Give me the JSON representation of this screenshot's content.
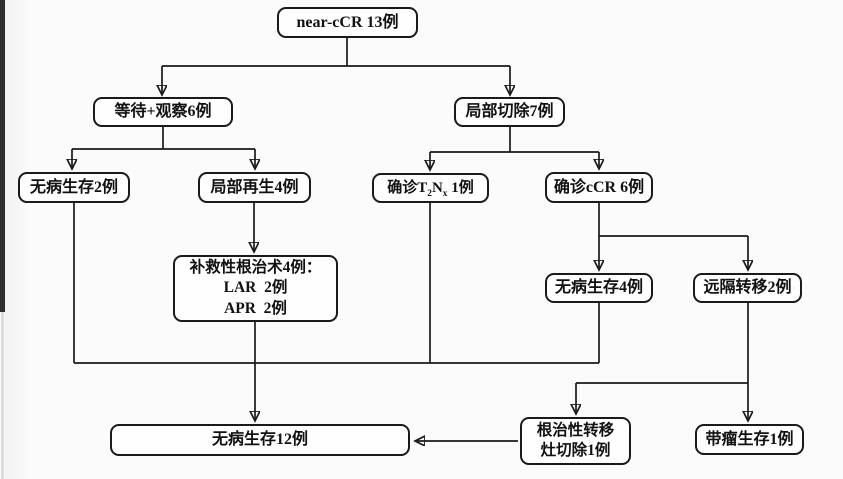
{
  "page": {
    "background": "#fbfbfb",
    "line_color": "#1a1a1a",
    "box_border_color": "#1a1a1a",
    "box_fill_color": "#fefefe"
  },
  "flowchart": {
    "nodes": {
      "near_ccr": {
        "label": "near-cCR 13例"
      },
      "wait_watch": {
        "label": "等待+观察6例"
      },
      "local_excision": {
        "label": "局部切除7例"
      },
      "dfs_2": {
        "label": "无病生存2例"
      },
      "local_regrowth": {
        "label": "局部再生4例"
      },
      "t2nx": {
        "prefix": "确诊T",
        "sub1": "2",
        "mid": "N",
        "sub2": "x",
        "suffix": " 1例"
      },
      "ccr_6": {
        "label": "确诊cCR 6例"
      },
      "salvage": {
        "line1": "补救性根治术4例：",
        "line2": "LAR  2例",
        "line3": "APR  2例"
      },
      "dfs_4": {
        "label": "无病生存4例"
      },
      "distant_mets": {
        "label": "远隔转移2例"
      },
      "dfs_12": {
        "label": "无病生存12例"
      },
      "radical_mets": {
        "line1": "根治性转移",
        "line2": "灶切除1例"
      },
      "tumor_survival": {
        "label": "带瘤生存1例"
      }
    },
    "edges": [
      {
        "from": "near_ccr",
        "to": "wait_watch"
      },
      {
        "from": "near_ccr",
        "to": "local_excision"
      },
      {
        "from": "wait_watch",
        "to": "dfs_2"
      },
      {
        "from": "wait_watch",
        "to": "local_regrowth"
      },
      {
        "from": "local_excision",
        "to": "t2nx"
      },
      {
        "from": "local_excision",
        "to": "ccr_6"
      },
      {
        "from": "local_regrowth",
        "to": "salvage"
      },
      {
        "from": "ccr_6",
        "to": "dfs_4"
      },
      {
        "from": "ccr_6",
        "to": "distant_mets"
      },
      {
        "from": "dfs_2",
        "to": "dfs_12"
      },
      {
        "from": "salvage",
        "to": "dfs_12"
      },
      {
        "from": "t2nx",
        "to": "dfs_12"
      },
      {
        "from": "dfs_4",
        "to": "dfs_12"
      },
      {
        "from": "distant_mets",
        "to": "radical_mets"
      },
      {
        "from": "distant_mets",
        "to": "tumor_survival"
      },
      {
        "from": "radical_mets",
        "to": "dfs_12"
      }
    ]
  }
}
